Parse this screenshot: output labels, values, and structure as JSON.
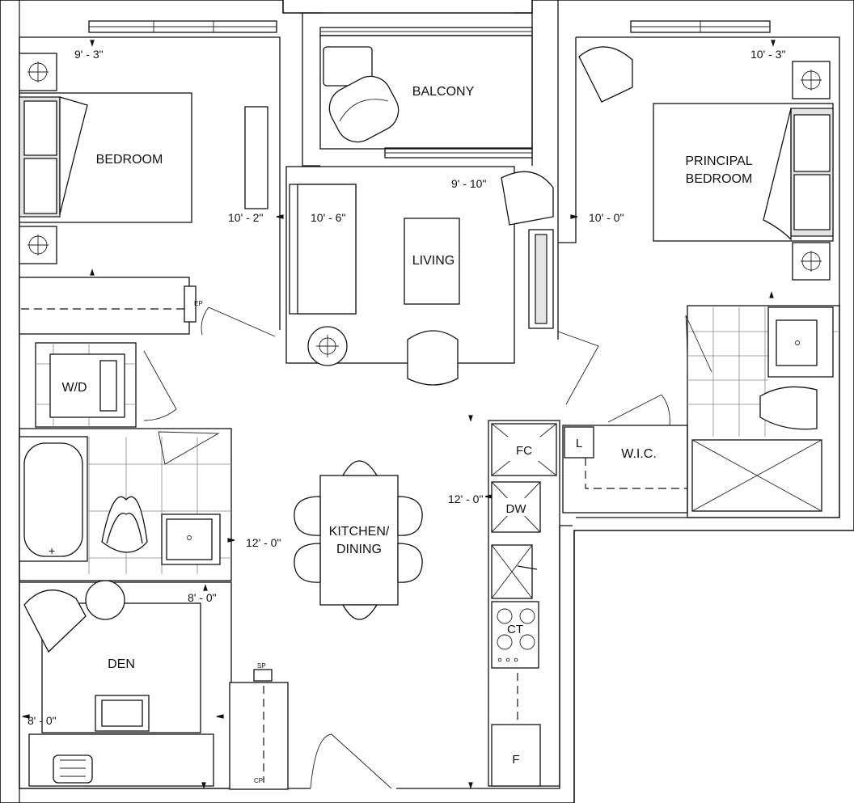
{
  "rooms": {
    "bedroom": "BEDROOM",
    "principal_bedroom_line1": "PRINCIPAL",
    "principal_bedroom_line2": "BEDROOM",
    "balcony": "BALCONY",
    "living": "LIVING",
    "kitchen_line1": "KITCHEN/",
    "kitchen_line2": "DINING",
    "den": "DEN",
    "wic": "W.I.C."
  },
  "appliances": {
    "washer_dryer": "W/D",
    "fridge_closet": "FC",
    "dishwasher": "DW",
    "cooktop": "CT",
    "fridge": "F",
    "linen": "L",
    "electrical_panel": "EP",
    "sp": "SP",
    "cp": "CP"
  },
  "dimensions": {
    "bedroom_width": "9' - 3\"",
    "bedroom_depth": "10' - 2\"",
    "living_width": "10' - 6\"",
    "living_depth": "9' - 10\"",
    "principal_width": "10' - 3\"",
    "principal_depth": "10' - 0\"",
    "bath_depth": "12' - 0\"",
    "kitchen_depth": "12' - 0\"",
    "den_width": "8' - 0\"",
    "den_depth": "8' - 0\""
  }
}
